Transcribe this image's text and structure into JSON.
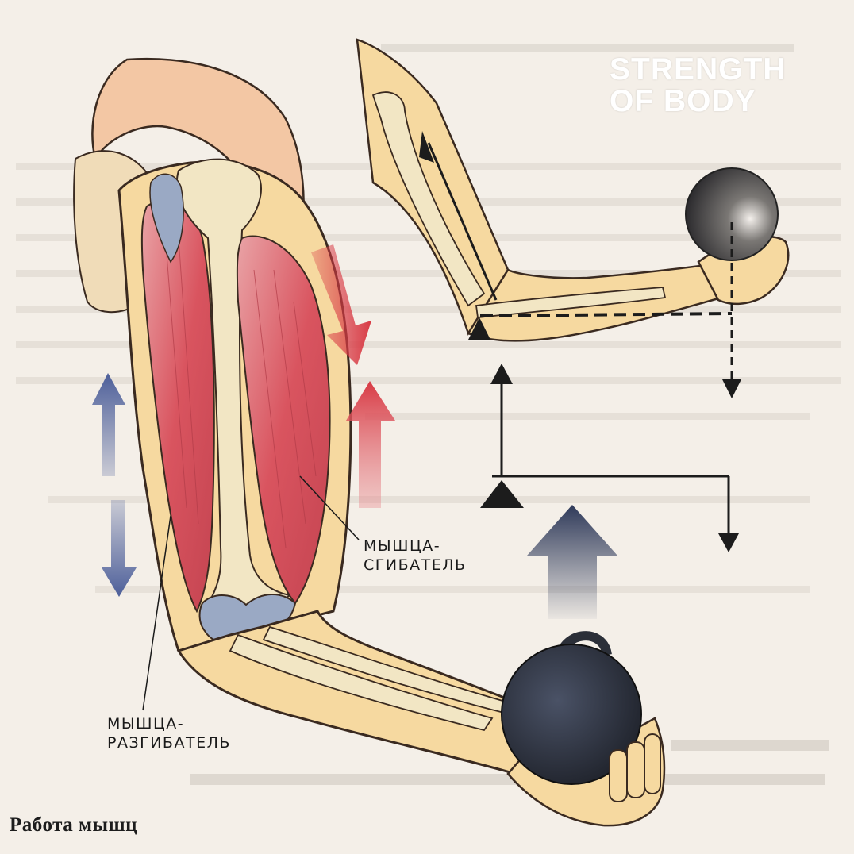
{
  "watermark": {
    "line1": "STRENGTH",
    "line2": "OF BODY"
  },
  "labels": {
    "flexor_line1": "МЫШЦА-",
    "flexor_line2": "СГИБАТЕЛЬ",
    "extensor_line1": "МЫШЦА-",
    "extensor_line2": "РАЗГИБАТЕЛЬ"
  },
  "caption": "Работа мышц",
  "colors": {
    "paper": "#f4efe8",
    "skin": "#f6d9a0",
    "muscle": "#d9545f",
    "bone": "#f2e6c4",
    "tendon_blue": "#7f93b4",
    "contract_arrow": "#d83a44",
    "relax_arrow": "#4d5f9a",
    "weight": "#2b2f38",
    "lever_line": "#1c1c1c"
  },
  "icons": [
    "double-arrow-red-icon",
    "double-arrow-blue-icon",
    "up-arrow-icon",
    "fulcrum-icon",
    "kettlebell-icon",
    "ball-icon"
  ]
}
